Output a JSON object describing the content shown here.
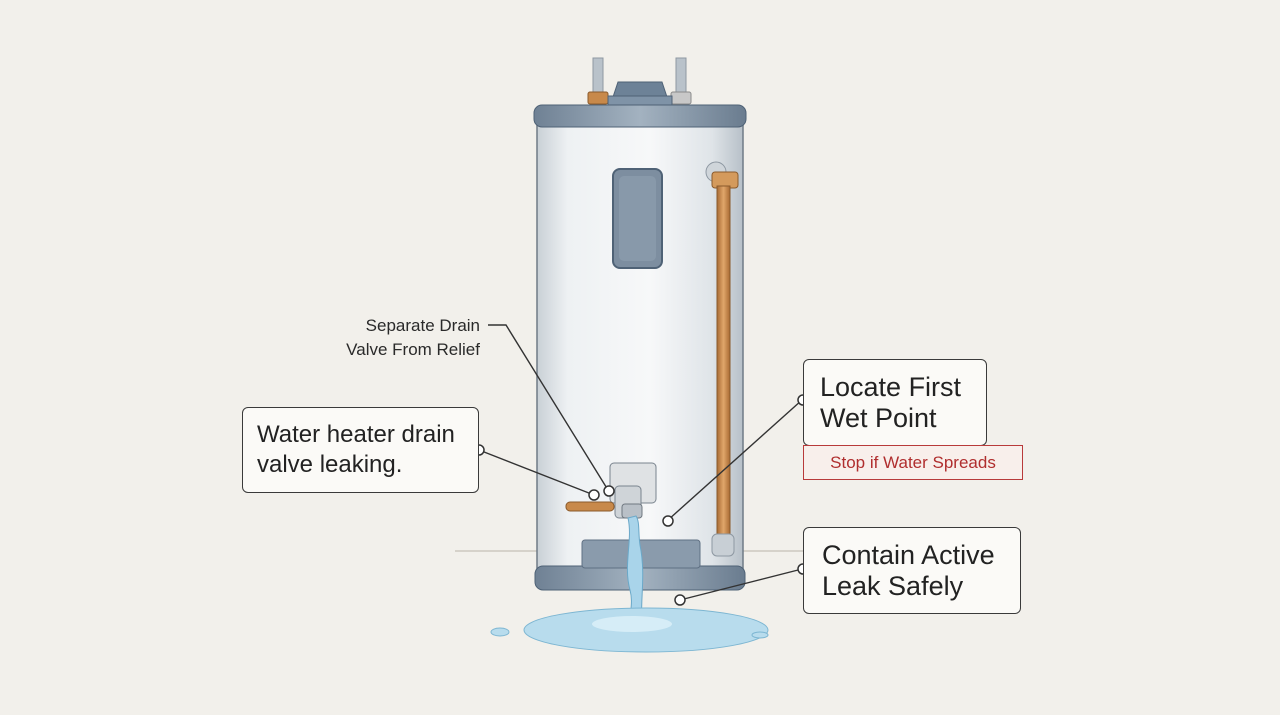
{
  "labels": {
    "separate_drain": "Separate Drain\nValve From Relief",
    "drain_leaking": "Water heater drain\nvalve leaking.",
    "locate_wet": "Locate First\nWet Point",
    "stop_spreads": "Stop if Water Spreads",
    "contain_leak": "Contain Active\nLeak Safely"
  },
  "colors": {
    "background": "#f2f0eb",
    "tank_body": "#eef0f2",
    "tank_band": "#8a9bac",
    "control_panel": "#7d8ea0",
    "copper_pipe": "#c8894a",
    "water": "#a9d4ea",
    "warning_red": "#b83a3a",
    "callout_border": "#3a3a3a"
  }
}
